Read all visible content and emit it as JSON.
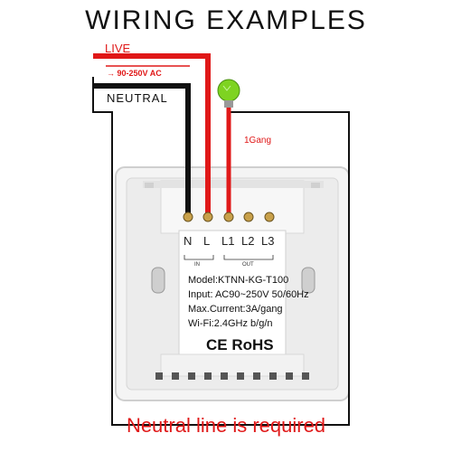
{
  "title": "WIRING EXAMPLES",
  "labels": {
    "live": "LIVE",
    "voltage": "→ 90-250V AC",
    "neutral": "NEUTRAL",
    "gang": "1Gang",
    "footer": "Neutral line is required"
  },
  "terminals": {
    "n": "N",
    "l": "L",
    "l1": "L1",
    "l2": "L2",
    "l3": "L3",
    "in": "IN",
    "out": "OUT"
  },
  "spec": {
    "model": "Model:KTNN-KG-T100",
    "input": "Input:  AC90~250V 50/60Hz",
    "current": "Max.Current:3A/gang",
    "wifi": "Wi-Fi:2.4GHz  b/g/n",
    "cert": "CE RoHS"
  },
  "colors": {
    "live_wire": "#e01818",
    "neutral_wire": "#111111",
    "bulb": "#7ed321"
  }
}
